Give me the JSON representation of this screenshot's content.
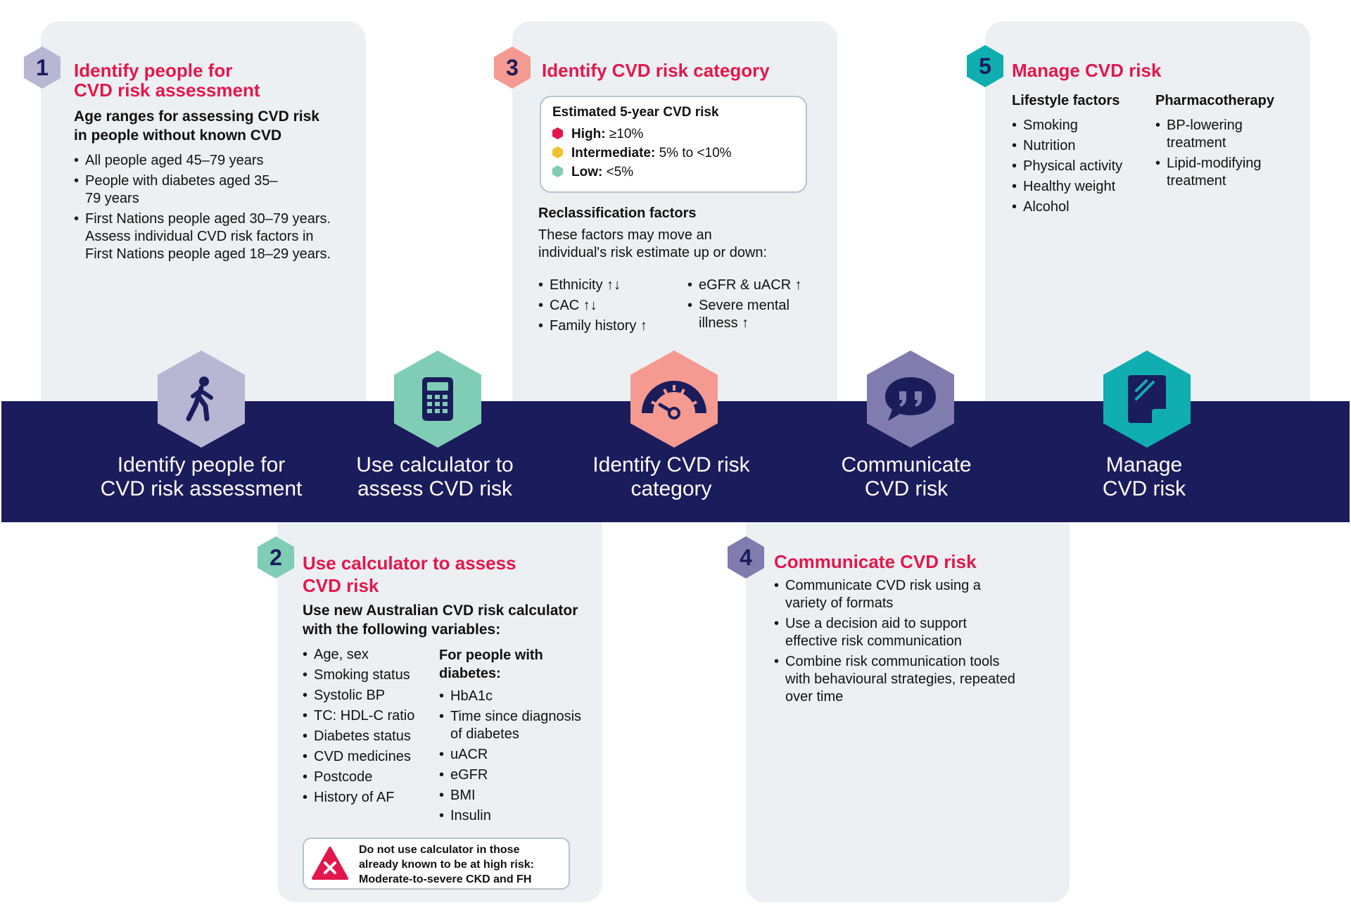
{
  "colors": {
    "band": "#1b1c5c",
    "title_red": "#e3174c",
    "card_bg": "#edf0f3",
    "step1": "#b7b6d3",
    "step2": "#80cdb6",
    "step3": "#f59a90",
    "step4": "#807cae",
    "step5": "#10aeb0",
    "risk_high": "#e3174c",
    "risk_intermediate": "#f1c232",
    "risk_low": "#80cdb6"
  },
  "band": {
    "labels": [
      {
        "line1": "Identify people for",
        "line2": "CVD risk assessment",
        "icon": "walking-person-icon"
      },
      {
        "line1": "Use calculator to",
        "line2": "assess CVD risk",
        "icon": "calculator-icon"
      },
      {
        "line1": "Identify CVD risk",
        "line2": "category",
        "icon": "gauge-icon"
      },
      {
        "line1": "Communicate",
        "line2": "CVD risk",
        "icon": "speech-bubble-quote-icon"
      },
      {
        "line1": "Manage",
        "line2": "CVD risk",
        "icon": "note-pad-icon"
      }
    ]
  },
  "step1": {
    "number": "1",
    "title_line1": "Identify people for",
    "title_line2": "CVD risk assessment",
    "subhead_line1": "Age ranges for assessing CVD risk",
    "subhead_line2": "in people without known CVD",
    "items": [
      "All people aged 45–79 years",
      "People with diabetes aged 35–79 years",
      "First Nations people aged 30–79 years.  Assess individual CVD risk factors in First Nations people aged 18–29 years."
    ]
  },
  "step2": {
    "number": "2",
    "title_line1": "Use calculator to assess",
    "title_line2": "CVD risk",
    "subhead_line1": "Use new Australian CVD risk calculator",
    "subhead_line2": "with the following variables:",
    "variables": [
      "Age, sex",
      "Smoking status",
      "Systolic BP",
      "TC: HDL-C ratio",
      "Diabetes status",
      "CVD medicines",
      "Postcode",
      "History of AF"
    ],
    "diabetes_head_line1": "For people with",
    "diabetes_head_line2": "diabetes:",
    "diabetes_variables": [
      "HbA1c",
      "Time since diagnosis of diabetes",
      "uACR",
      "eGFR",
      "BMI",
      "Insulin"
    ],
    "warning_line1": "Do not use calculator in those",
    "warning_line2": "already known to be at high risk:",
    "warning_line3": "Moderate-to-severe CKD and FH"
  },
  "step3": {
    "number": "3",
    "title": "Identify CVD risk category",
    "risk_box_title": "Estimated 5-year CVD risk",
    "risk_levels": [
      {
        "label": "High:",
        "value": " ≥10%"
      },
      {
        "label": "Intermediate:",
        "value": " 5% to <10%"
      },
      {
        "label": "Low:",
        "value": " <5%"
      }
    ],
    "reclass_head": "Reclassification factors",
    "reclass_text_line1": "These factors may move an",
    "reclass_text_line2": "individual's risk estimate up or down:",
    "factors_left": [
      {
        "label": "Ethnicity",
        "arrows": "↑↓"
      },
      {
        "label": "CAC",
        "arrows": "↑↓"
      },
      {
        "label": "Family history",
        "arrows": "↑"
      }
    ],
    "factors_right": [
      {
        "label": "eGFR & uACR",
        "arrows": "↑"
      },
      {
        "label": "Severe mental illness",
        "arrows": "↑"
      }
    ]
  },
  "step4": {
    "number": "4",
    "title": "Communicate CVD risk",
    "items": [
      "Communicate CVD risk using a variety of formats",
      "Use a decision aid to support effective risk communication",
      "Combine risk communication tools with behavioural strategies, repeated over time"
    ]
  },
  "step5": {
    "number": "5",
    "title": "Manage CVD risk",
    "lifestyle_head": "Lifestyle factors",
    "lifestyle_items": [
      "Smoking",
      "Nutrition",
      "Physical activity",
      "Healthy weight",
      "Alcohol"
    ],
    "pharma_head": "Pharmacotherapy",
    "pharma_items": [
      "BP-lowering treatment",
      "Lipid-modifying treatment"
    ]
  }
}
